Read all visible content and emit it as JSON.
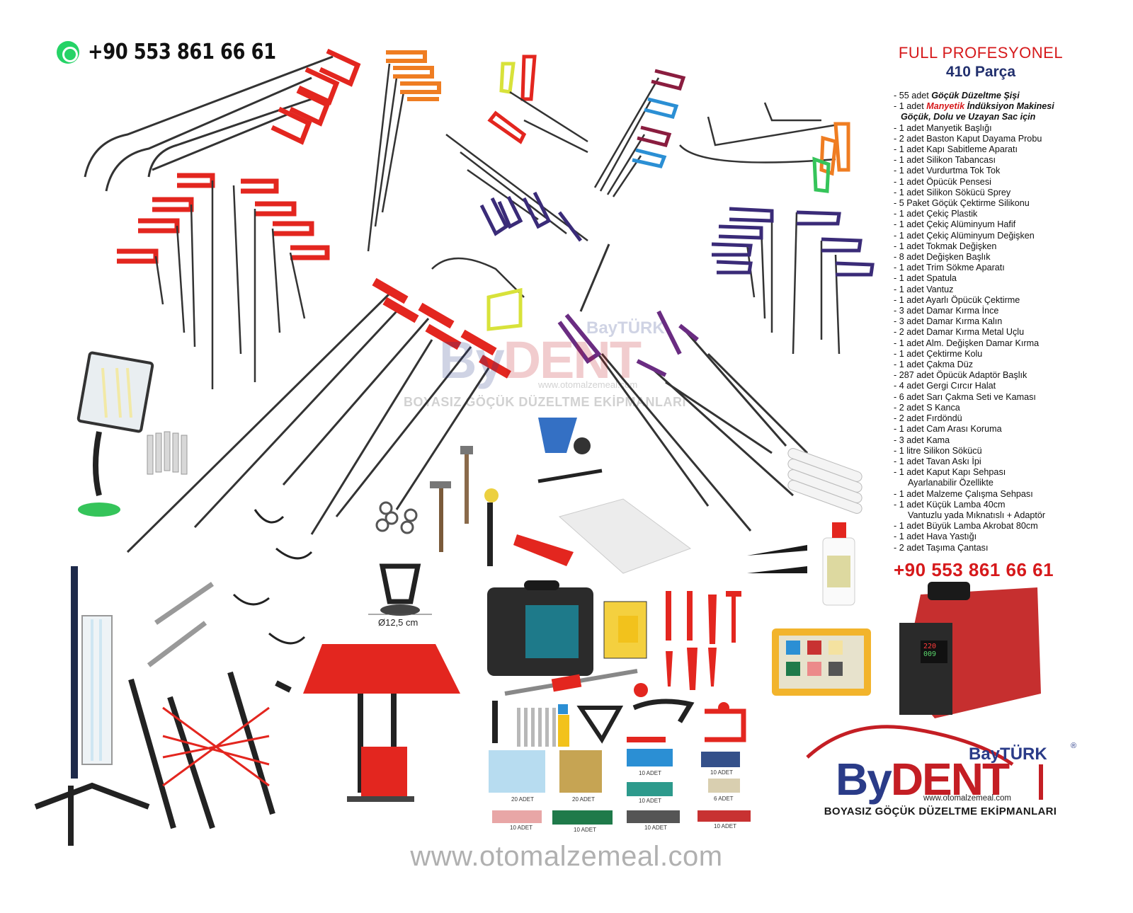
{
  "contact": {
    "phone_top": "+90 553 861 66 61",
    "phone_bottom": "+90 553 861 66 61",
    "whatsapp_icon": "whatsapp-icon"
  },
  "kit": {
    "title": "FULL PROFESYONEL",
    "subtitle": "410 Parça"
  },
  "parts": [
    {
      "prefix": "- 55 adet ",
      "em": "Göçük Düzeltme Şişi",
      "style": "b"
    },
    {
      "prefix": "- 1 adet ",
      "em_red": "Manyetik",
      "em": " İndüksiyon Makinesi",
      "style": "mixed"
    },
    {
      "prefix": "",
      "em": "Göçük, Dolu ve Uzayan Sac için",
      "style": "b-indent"
    },
    {
      "prefix": "- 1 adet Manyetik Başlığı"
    },
    {
      "prefix": "- 2 adet Baston Kaput Dayama Probu"
    },
    {
      "prefix": "- 1 adet Kapı Sabitleme Aparatı"
    },
    {
      "prefix": "- 1 adet Silikon Tabancası"
    },
    {
      "prefix": "- 1 adet Vurdurtma Tok Tok"
    },
    {
      "prefix": "- 1 adet Öpücük Pensesi"
    },
    {
      "prefix": "- 1 adet Silikon Sökücü Sprey"
    },
    {
      "prefix": "- 5 Paket Göçük Çektirme Silikonu"
    },
    {
      "prefix": "- 1 adet Çekiç Plastik"
    },
    {
      "prefix": "- 1 adet Çekiç Alüminyum Hafif"
    },
    {
      "prefix": "- 1 adet Çekiç Alüminyum Değişken"
    },
    {
      "prefix": "- 1 adet Tokmak Değişken"
    },
    {
      "prefix": "- 8 adet Değişken Başlık"
    },
    {
      "prefix": "- 1 adet Trim Sökme Aparatı"
    },
    {
      "prefix": "- 1 adet Spatula"
    },
    {
      "prefix": "- 1 adet Vantuz"
    },
    {
      "prefix": "- 1 adet Ayarlı Öpücük Çektirme"
    },
    {
      "prefix": "- 3 adet Damar Kırma İnce"
    },
    {
      "prefix": "- 3 adet Damar Kırma Kalın"
    },
    {
      "prefix": "- 2 adet Damar Kırma Metal Uçlu"
    },
    {
      "prefix": "- 1 adet Alm. Değişken Damar Kırma"
    },
    {
      "prefix": "- 1 adet Çektirme Kolu"
    },
    {
      "prefix": "- 1 adet Çakma Düz"
    },
    {
      "prefix": "- 287 adet Öpücük Adaptör Başlık"
    },
    {
      "prefix": "- 4 adet Gergi Cırcır Halat"
    },
    {
      "prefix": "- 6 adet Sarı Çakma Seti ve Kaması"
    },
    {
      "prefix": "- 2 adet S Kanca"
    },
    {
      "prefix": "- 2 adet Fırdöndü"
    },
    {
      "prefix": "- 1 adet Cam Arası Koruma"
    },
    {
      "prefix": "- 3 adet Kama"
    },
    {
      "prefix": "- 1 litre Silikon Sökücü"
    },
    {
      "prefix": "- 1 adet Tavan Askı İpi"
    },
    {
      "prefix": "- 1 adet Kaput Kapı Sehpası"
    },
    {
      "prefix": "Ayarlanabilir Özellikte",
      "style": "indent2"
    },
    {
      "prefix": "- 1 adet Malzeme Çalışma Sehpası"
    },
    {
      "prefix": "- 1 adet Küçük Lamba 40cm"
    },
    {
      "prefix": "Vantuzlu yada Mıknatıslı + Adaptör",
      "style": "indent2"
    },
    {
      "prefix": "- 1 adet Büyük Lamba Akrobat 80cm"
    },
    {
      "prefix": "- 1 adet Hava Yastığı"
    },
    {
      "prefix": "- 2 adet Taşıma Çantası"
    }
  ],
  "watermark": {
    "brand_small": "BayTÜRK",
    "brand_by": "By",
    "brand_dent": "DENT",
    "url": "www.otomalzemeal.com",
    "tagline": "BOYASIZ GÖÇÜK DÜZELTME EKİPMANLARI"
  },
  "suction_cup_label": "Ø12,5 cm",
  "adapter_qty": [
    "20 ADET",
    "20 ADET",
    "10 ADET",
    "10 ADET",
    "10 ADET",
    "6 ADET",
    "10 ADET",
    "10 ADET",
    "10 ADET",
    "10 ADET"
  ],
  "machine_display": [
    "220",
    "009"
  ],
  "logo": {
    "brand_small": "BayTÜRK",
    "registered": "®",
    "brand_by": "By",
    "brand_dent": "DENT",
    "url": "www.otomalzemeal.com",
    "tagline": "BOYASIZ GÖÇÜK DÜZELTME EKİPMANLARI"
  },
  "site_url": "www.otomalzemeal.com",
  "colors": {
    "red": "#d6191b",
    "navy": "#22306e",
    "handle_red": "#e3261f",
    "handle_orange": "#ef7d22",
    "handle_blue": "#2b8fd4",
    "handle_purple": "#3a2b78",
    "handle_yellow": "#d8e23a",
    "handle_green": "#35c45a",
    "handle_maroon": "#8a1d3f"
  }
}
